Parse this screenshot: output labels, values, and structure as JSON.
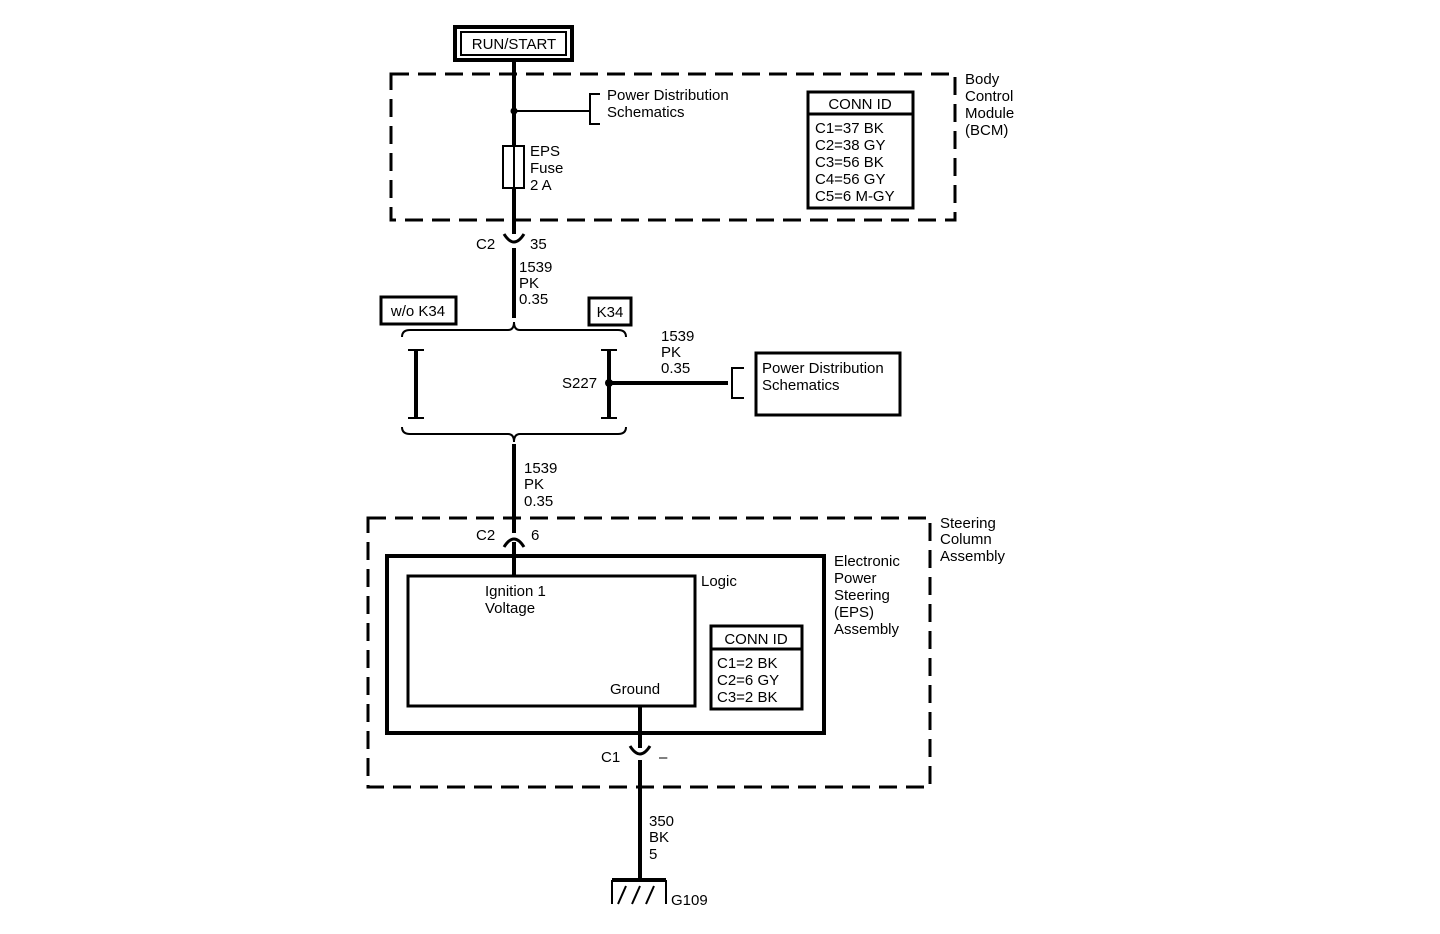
{
  "power_source": "RUN/START",
  "bcm": {
    "label": [
      "Body",
      "Control",
      "Module",
      "(BCM)"
    ],
    "pds_ref": [
      "Power Distribution",
      "Schematics"
    ],
    "fuse": [
      "EPS",
      "Fuse",
      "2 A"
    ],
    "conn_id": {
      "title": "CONN ID",
      "rows": [
        "C1=37 BK",
        "C2=38 GY",
        "C3=56 BK",
        "C4=56 GY",
        "C5=6 M-GY"
      ]
    }
  },
  "connector_top": {
    "name": "C2",
    "pin": "35"
  },
  "wire_1": [
    "1539",
    "PK",
    "0.35"
  ],
  "options": {
    "left": "w/o K34",
    "right": "K34"
  },
  "splice": {
    "name": "S227"
  },
  "wire_branch": [
    "1539",
    "PK",
    "0.35"
  ],
  "pds_box": [
    "Power Distribution",
    "Schematics"
  ],
  "wire_2": [
    "1539",
    "PK",
    "0.35"
  ],
  "steering": {
    "label": [
      "Steering",
      "Column",
      "Assembly"
    ],
    "connector": {
      "name": "C2",
      "pin": "6"
    },
    "eps_label": [
      "Electronic",
      "Power",
      "Steering",
      "(EPS)",
      "Assembly"
    ],
    "logic": "Logic",
    "ign": [
      "Ignition 1",
      "Voltage"
    ],
    "ground": "Ground",
    "conn_id": {
      "title": "CONN ID",
      "rows": [
        "C1=2 BK",
        "C2=6 GY",
        "C3=2 BK"
      ]
    },
    "c1": {
      "name": "C1",
      "pin": "–"
    }
  },
  "wire_ground": [
    "350",
    "BK",
    "5"
  ],
  "ground_point": "G109"
}
